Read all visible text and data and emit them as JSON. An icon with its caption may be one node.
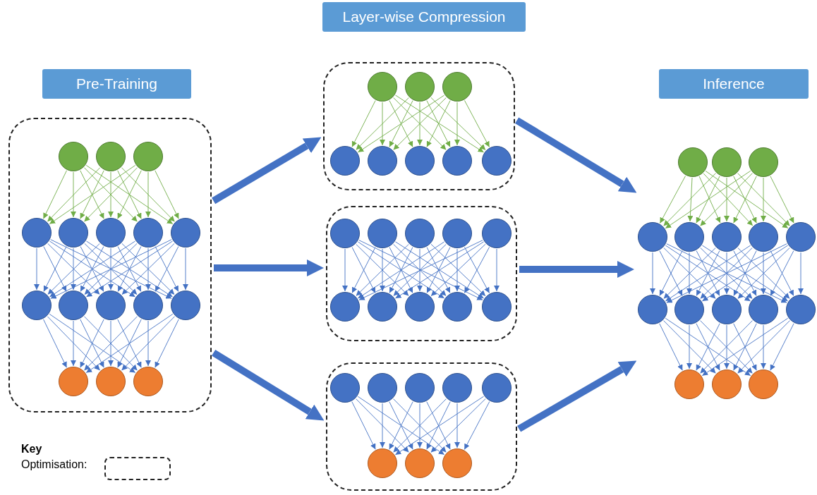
{
  "diagram": {
    "nodes": [
      {
        "text": [
          "Layer-wise Compression"
        ]
      },
      {
        "text": [
          "Pre-Training"
        ]
      },
      {
        "text": [
          "Inference"
        ]
      },
      {
        "text": [],
        "shape": "box"
      },
      {
        "text": [],
        "shape": "circle",
        "in": 3
      },
      {
        "text": [],
        "shape": "circle",
        "in": 3
      },
      {
        "text": [],
        "shape": "circle",
        "in": 3
      },
      {
        "text": [],
        "shape": "circle",
        "in": 3
      },
      {
        "text": [],
        "shape": "circle",
        "in": 3
      },
      {
        "text": [],
        "shape": "circle",
        "in": 3
      },
      {
        "text": [],
        "shape": "circle",
        "in": 3
      },
      {
        "text": [],
        "shape": "circle",
        "in": 3
      },
      {
        "text": [],
        "shape": "circle",
        "in": 3
      },
      {
        "text": [],
        "shape": "circle",
        "in": 3
      },
      {
        "text": [],
        "shape": "circle",
        "in": 3
      },
      {
        "text": [],
        "shape": "circle",
        "in": 3
      },
      {
        "text": [],
        "shape": "circle",
        "in": 3
      },
      {
        "text": [],
        "shape": "circle",
        "in": 3
      },
      {
        "text": [],
        "shape": "circle",
        "in": 3
      },
      {
        "text": [],
        "shape": "circle",
        "in": 3
      },
      {
        "text": [],
        "shape": "box"
      },
      {
        "text": [],
        "shape": "circle",
        "in": 20
      },
      {
        "text": [],
        "shape": "circle",
        "in": 20
      },
      {
        "text": [],
        "shape": "circle",
        "in": 20
      },
      {
        "text": [],
        "shape": "circle",
        "in": 20
      },
      {
        "text": [],
        "shape": "circle",
        "in": 20
      },
      {
        "text": [],
        "shape": "circle",
        "in": 20
      },
      {
        "text": [],
        "shape": "circle",
        "in": 20
      },
      {
        "text": [],
        "shape": "circle",
        "in": 20
      },
      {
        "text": [],
        "shape": "box"
      },
      {
        "text": [],
        "shape": "circle",
        "in": 29
      },
      {
        "text": [],
        "shape": "circle",
        "in": 29
      },
      {
        "text": [],
        "shape": "circle",
        "in": 29
      },
      {
        "text": [],
        "shape": "circle",
        "in": 29
      },
      {
        "text": [],
        "shape": "circle",
        "in": 29
      },
      {
        "text": [],
        "shape": "circle",
        "in": 29
      },
      {
        "text": [],
        "shape": "circle",
        "in": 29
      },
      {
        "text": [],
        "shape": "circle",
        "in": 29
      },
      {
        "text": [],
        "shape": "circle",
        "in": 29
      },
      {
        "text": [],
        "shape": "circle",
        "in": 29
      },
      {
        "text": [],
        "shape": "box"
      },
      {
        "text": [],
        "shape": "circle",
        "in": 40
      },
      {
        "text": [],
        "shape": "circle",
        "in": 40
      },
      {
        "text": [],
        "shape": "circle",
        "in": 40
      },
      {
        "text": [],
        "shape": "circle",
        "in": 40
      },
      {
        "text": [],
        "shape": "circle",
        "in": 40
      },
      {
        "text": [],
        "shape": "circle",
        "in": 40
      },
      {
        "text": [],
        "shape": "circle",
        "in": 40
      },
      {
        "text": [],
        "shape": "circle",
        "in": 40
      },
      {
        "text": [],
        "shape": "circle"
      },
      {
        "text": [],
        "shape": "circle"
      },
      {
        "text": [],
        "shape": "circle"
      },
      {
        "text": [],
        "shape": "circle"
      },
      {
        "text": [],
        "shape": "circle"
      },
      {
        "text": [],
        "shape": "circle"
      },
      {
        "text": [],
        "shape": "circle"
      },
      {
        "text": [],
        "shape": "circle"
      },
      {
        "text": [],
        "shape": "circle"
      },
      {
        "text": [],
        "shape": "circle"
      },
      {
        "text": [],
        "shape": "circle"
      },
      {
        "text": [],
        "shape": "circle"
      },
      {
        "text": [],
        "shape": "circle"
      },
      {
        "text": [],
        "shape": "circle"
      },
      {
        "text": [],
        "shape": "circle"
      },
      {
        "text": [],
        "shape": "circle"
      }
    ],
    "edges": [
      {
        "from": 3,
        "to": 20,
        "arrow": "to",
        "style": "thick"
      },
      {
        "from": 3,
        "to": 29,
        "arrow": "to",
        "style": "thick"
      },
      {
        "from": 3,
        "to": 40,
        "arrow": "to",
        "style": "thick"
      },
      {
        "from": 20,
        "to": null,
        "arrow": "to",
        "style": "thick"
      },
      {
        "from": 29,
        "to": 52,
        "arrow": "to",
        "style": "thick"
      },
      {
        "from": 40,
        "to": null,
        "arrow": "to",
        "style": "thick"
      },
      {
        "from": 4,
        "to": 7,
        "arrow": "to",
        "color": "#70ad47"
      },
      {
        "from": 4,
        "to": 8,
        "arrow": "to",
        "color": "#70ad47"
      },
      {
        "from": 4,
        "to": 9,
        "arrow": "to",
        "color": "#70ad47"
      },
      {
        "from": 4,
        "to": 10,
        "arrow": "to",
        "color": "#70ad47"
      },
      {
        "from": 4,
        "to": 11,
        "arrow": "to",
        "color": "#70ad47"
      },
      {
        "from": 5,
        "to": 7,
        "arrow": "to",
        "color": "#70ad47"
      },
      {
        "from": 5,
        "to": 8,
        "arrow": "to",
        "color": "#70ad47"
      },
      {
        "from": 5,
        "to": 9,
        "arrow": "to",
        "color": "#70ad47"
      },
      {
        "from": 5,
        "to": 10,
        "arrow": "to",
        "color": "#70ad47"
      },
      {
        "from": 5,
        "to": 11,
        "arrow": "to",
        "color": "#70ad47"
      },
      {
        "from": 6,
        "to": 7,
        "arrow": "to",
        "color": "#70ad47"
      },
      {
        "from": 6,
        "to": 8,
        "arrow": "to",
        "color": "#70ad47"
      },
      {
        "from": 6,
        "to": 9,
        "arrow": "to",
        "color": "#70ad47"
      },
      {
        "from": 6,
        "to": 10,
        "arrow": "to",
        "color": "#70ad47"
      },
      {
        "from": 6,
        "to": 11,
        "arrow": "to",
        "color": "#70ad47"
      },
      {
        "from": 7,
        "to": 12,
        "arrow": "to"
      },
      {
        "from": 7,
        "to": 13,
        "arrow": "to"
      },
      {
        "from": 7,
        "to": 14,
        "arrow": "to"
      },
      {
        "from": 7,
        "to": 15,
        "arrow": "to"
      },
      {
        "from": 7,
        "to": 16,
        "arrow": "to"
      },
      {
        "from": 8,
        "to": 12,
        "arrow": "to"
      },
      {
        "from": 8,
        "to": 13,
        "arrow": "to"
      },
      {
        "from": 8,
        "to": 14,
        "arrow": "to"
      },
      {
        "from": 8,
        "to": 15,
        "arrow": "to"
      },
      {
        "from": 8,
        "to": 16,
        "arrow": "to"
      },
      {
        "from": 9,
        "to": 12,
        "arrow": "to"
      },
      {
        "from": 9,
        "to": 13,
        "arrow": "to"
      },
      {
        "from": 9,
        "to": 14,
        "arrow": "to"
      },
      {
        "from": 9,
        "to": 15,
        "arrow": "to"
      },
      {
        "from": 9,
        "to": 16,
        "arrow": "to"
      },
      {
        "from": 10,
        "to": 12,
        "arrow": "to"
      },
      {
        "from": 10,
        "to": 13,
        "arrow": "to"
      },
      {
        "from": 10,
        "to": 14,
        "arrow": "to"
      },
      {
        "from": 10,
        "to": 15,
        "arrow": "to"
      },
      {
        "from": 10,
        "to": 16,
        "arrow": "to"
      },
      {
        "from": 11,
        "to": 12,
        "arrow": "to"
      },
      {
        "from": 11,
        "to": 13,
        "arrow": "to"
      },
      {
        "from": 11,
        "to": 14,
        "arrow": "to"
      },
      {
        "from": 11,
        "to": 15,
        "arrow": "to"
      },
      {
        "from": 11,
        "to": 16,
        "arrow": "to"
      },
      {
        "from": 12,
        "to": 17,
        "arrow": "to"
      },
      {
        "from": 12,
        "to": 18,
        "arrow": "to"
      },
      {
        "from": 12,
        "to": 19,
        "arrow": "to"
      },
      {
        "from": 13,
        "to": 17,
        "arrow": "to"
      },
      {
        "from": 13,
        "to": 18,
        "arrow": "to"
      },
      {
        "from": 13,
        "to": 19,
        "arrow": "to"
      },
      {
        "from": 14,
        "to": 17,
        "arrow": "to"
      },
      {
        "from": 14,
        "to": 18,
        "arrow": "to"
      },
      {
        "from": 14,
        "to": 19,
        "arrow": "to"
      },
      {
        "from": 15,
        "to": 17,
        "arrow": "to"
      },
      {
        "from": 15,
        "to": 18,
        "arrow": "to"
      },
      {
        "from": 15,
        "to": 19,
        "arrow": "to"
      },
      {
        "from": 16,
        "to": 17,
        "arrow": "to"
      },
      {
        "from": 16,
        "to": 18,
        "arrow": "to"
      },
      {
        "from": 16,
        "to": 19,
        "arrow": "to"
      },
      {
        "from": 21,
        "to": 24,
        "arrow": "to",
        "color": "#70ad47"
      },
      {
        "from": 21,
        "to": 25,
        "arrow": "to",
        "color": "#70ad47"
      },
      {
        "from": 21,
        "to": 26,
        "arrow": "to",
        "color": "#70ad47"
      },
      {
        "from": 21,
        "to": 27,
        "arrow": "to",
        "color": "#70ad47"
      },
      {
        "from": 21,
        "to": 28,
        "arrow": "to",
        "color": "#70ad47"
      },
      {
        "from": 22,
        "to": 24,
        "arrow": "to",
        "color": "#70ad47"
      },
      {
        "from": 22,
        "to": 25,
        "arrow": "to",
        "color": "#70ad47"
      },
      {
        "from": 22,
        "to": 26,
        "arrow": "to",
        "color": "#70ad47"
      },
      {
        "from": 22,
        "to": 27,
        "arrow": "to",
        "color": "#70ad47"
      },
      {
        "from": 22,
        "to": 28,
        "arrow": "to",
        "color": "#70ad47"
      },
      {
        "from": 23,
        "to": 24,
        "arrow": "to",
        "color": "#70ad47"
      },
      {
        "from": 23,
        "to": 25,
        "arrow": "to",
        "color": "#70ad47"
      },
      {
        "from": 23,
        "to": 26,
        "arrow": "to",
        "color": "#70ad47"
      },
      {
        "from": 23,
        "to": 27,
        "arrow": "to",
        "color": "#70ad47"
      },
      {
        "from": 23,
        "to": 28,
        "arrow": "to",
        "color": "#70ad47"
      },
      {
        "from": 30,
        "to": 35,
        "arrow": "to"
      },
      {
        "from": 30,
        "to": 36,
        "arrow": "to"
      },
      {
        "from": 30,
        "to": 37,
        "arrow": "to"
      },
      {
        "from": 30,
        "to": 38,
        "arrow": "to"
      },
      {
        "from": 30,
        "to": 39,
        "arrow": "to"
      },
      {
        "from": 31,
        "to": 35,
        "arrow": "to"
      },
      {
        "from": 31,
        "to": 36,
        "arrow": "to"
      },
      {
        "from": 31,
        "to": 37,
        "arrow": "to"
      },
      {
        "from": 31,
        "to": 38,
        "arrow": "to"
      },
      {
        "from": 31,
        "to": 39,
        "arrow": "to"
      },
      {
        "from": 32,
        "to": 35,
        "arrow": "to"
      },
      {
        "from": 32,
        "to": 36,
        "arrow": "to"
      },
      {
        "from": 32,
        "to": 37,
        "arrow": "to"
      },
      {
        "from": 32,
        "to": 38,
        "arrow": "to"
      },
      {
        "from": 32,
        "to": 39,
        "arrow": "to"
      },
      {
        "from": 33,
        "to": 35,
        "arrow": "to"
      },
      {
        "from": 33,
        "to": 36,
        "arrow": "to"
      },
      {
        "from": 33,
        "to": 37,
        "arrow": "to"
      },
      {
        "from": 33,
        "to": 38,
        "arrow": "to"
      },
      {
        "from": 33,
        "to": 39,
        "arrow": "to"
      },
      {
        "from": 34,
        "to": 35,
        "arrow": "to"
      },
      {
        "from": 34,
        "to": 36,
        "arrow": "to"
      },
      {
        "from": 34,
        "to": 37,
        "arrow": "to"
      },
      {
        "from": 34,
        "to": 38,
        "arrow": "to"
      },
      {
        "from": 34,
        "to": 39,
        "arrow": "to"
      },
      {
        "from": 41,
        "to": 46,
        "arrow": "to"
      },
      {
        "from": 41,
        "to": 47,
        "arrow": "to"
      },
      {
        "from": 41,
        "to": 48,
        "arrow": "to"
      },
      {
        "from": 42,
        "to": 46,
        "arrow": "to"
      },
      {
        "from": 42,
        "to": 47,
        "arrow": "to"
      },
      {
        "from": 42,
        "to": 48,
        "arrow": "to"
      },
      {
        "from": 43,
        "to": 46,
        "arrow": "to"
      },
      {
        "from": 43,
        "to": 47,
        "arrow": "to"
      },
      {
        "from": 43,
        "to": 48,
        "arrow": "to"
      },
      {
        "from": 44,
        "to": 46,
        "arrow": "to"
      },
      {
        "from": 44,
        "to": 47,
        "arrow": "to"
      },
      {
        "from": 44,
        "to": 48,
        "arrow": "to"
      },
      {
        "from": 45,
        "to": 46,
        "arrow": "to"
      },
      {
        "from": 45,
        "to": 47,
        "arrow": "to"
      },
      {
        "from": 45,
        "to": 48,
        "arrow": "to"
      },
      {
        "from": 49,
        "to": 52,
        "arrow": "to",
        "color": "#70ad47"
      },
      {
        "from": 49,
        "to": 53,
        "arrow": "to",
        "color": "#70ad47"
      },
      {
        "from": 49,
        "to": 54,
        "arrow": "to",
        "color": "#70ad47"
      },
      {
        "from": 49,
        "to": 55,
        "arrow": "to",
        "color": "#70ad47"
      },
      {
        "from": 49,
        "to": 56,
        "arrow": "to",
        "color": "#70ad47"
      },
      {
        "from": 50,
        "to": 52,
        "arrow": "to",
        "color": "#70ad47"
      },
      {
        "from": 50,
        "to": 53,
        "arrow": "to",
        "color": "#70ad47"
      },
      {
        "from": 50,
        "to": 54,
        "arrow": "to",
        "color": "#70ad47"
      },
      {
        "from": 50,
        "to": 55,
        "arrow": "to",
        "color": "#70ad47"
      },
      {
        "from": 50,
        "to": 56,
        "arrow": "to",
        "color": "#70ad47"
      },
      {
        "from": 51,
        "to": 52,
        "arrow": "to",
        "color": "#70ad47"
      },
      {
        "from": 51,
        "to": 53,
        "arrow": "to",
        "color": "#70ad47"
      },
      {
        "from": 51,
        "to": 54,
        "arrow": "to",
        "color": "#70ad47"
      },
      {
        "from": 51,
        "to": 55,
        "arrow": "to",
        "color": "#70ad47"
      },
      {
        "from": 51,
        "to": 56,
        "arrow": "to",
        "color": "#70ad47"
      },
      {
        "from": 52,
        "to": 57,
        "arrow": "to"
      },
      {
        "from": 52,
        "to": 58,
        "arrow": "to"
      },
      {
        "from": 52,
        "to": 59,
        "arrow": "to"
      },
      {
        "from": 52,
        "to": 60,
        "arrow": "to"
      },
      {
        "from": 52,
        "to": 61,
        "arrow": "to"
      },
      {
        "from": 53,
        "to": 57,
        "arrow": "to"
      },
      {
        "from": 53,
        "to": 58,
        "arrow": "to"
      },
      {
        "from": 53,
        "to": 59,
        "arrow": "to"
      },
      {
        "from": 53,
        "to": 60,
        "arrow": "to"
      },
      {
        "from": 53,
        "to": 61,
        "arrow": "to"
      },
      {
        "from": 54,
        "to": 57,
        "arrow": "to"
      },
      {
        "from": 54,
        "to": 58,
        "arrow": "to"
      },
      {
        "from": 54,
        "to": 59,
        "arrow": "to"
      },
      {
        "from": 54,
        "to": 60,
        "arrow": "to"
      },
      {
        "from": 54,
        "to": 61,
        "arrow": "to"
      },
      {
        "from": 55,
        "to": 57,
        "arrow": "to"
      },
      {
        "from": 55,
        "to": 58,
        "arrow": "to"
      },
      {
        "from": 55,
        "to": 59,
        "arrow": "to"
      },
      {
        "from": 55,
        "to": 60,
        "arrow": "to"
      },
      {
        "from": 55,
        "to": 61,
        "arrow": "to"
      },
      {
        "from": 56,
        "to": 57,
        "arrow": "to"
      },
      {
        "from": 56,
        "to": 58,
        "arrow": "to"
      },
      {
        "from": 56,
        "to": 59,
        "arrow": "to"
      },
      {
        "from": 56,
        "to": 60,
        "arrow": "to"
      },
      {
        "from": 56,
        "to": 61,
        "arrow": "to"
      },
      {
        "from": 57,
        "to": 62,
        "arrow": "to"
      },
      {
        "from": 57,
        "to": 63,
        "arrow": "to"
      },
      {
        "from": 57,
        "to": 64,
        "arrow": "to"
      },
      {
        "from": 58,
        "to": 62,
        "arrow": "to"
      },
      {
        "from": 58,
        "to": 63,
        "arrow": "to"
      },
      {
        "from": 58,
        "to": 64,
        "arrow": "to"
      },
      {
        "from": 59,
        "to": 62,
        "arrow": "to"
      },
      {
        "from": 59,
        "to": 63,
        "arrow": "to"
      },
      {
        "from": 59,
        "to": 64,
        "arrow": "to"
      },
      {
        "from": 60,
        "to": 62,
        "arrow": "to"
      },
      {
        "from": 60,
        "to": 63,
        "arrow": "to"
      },
      {
        "from": 60,
        "to": 64,
        "arrow": "to"
      },
      {
        "from": 61,
        "to": 62,
        "arrow": "to"
      },
      {
        "from": 61,
        "to": 63,
        "arrow": "to"
      },
      {
        "from": 61,
        "to": 64,
        "arrow": "to"
      }
    ],
    "labels": [
      "Key"
    ],
    "legend": [
      {
        "text": "Optimisation:"
      }
    ]
  }
}
